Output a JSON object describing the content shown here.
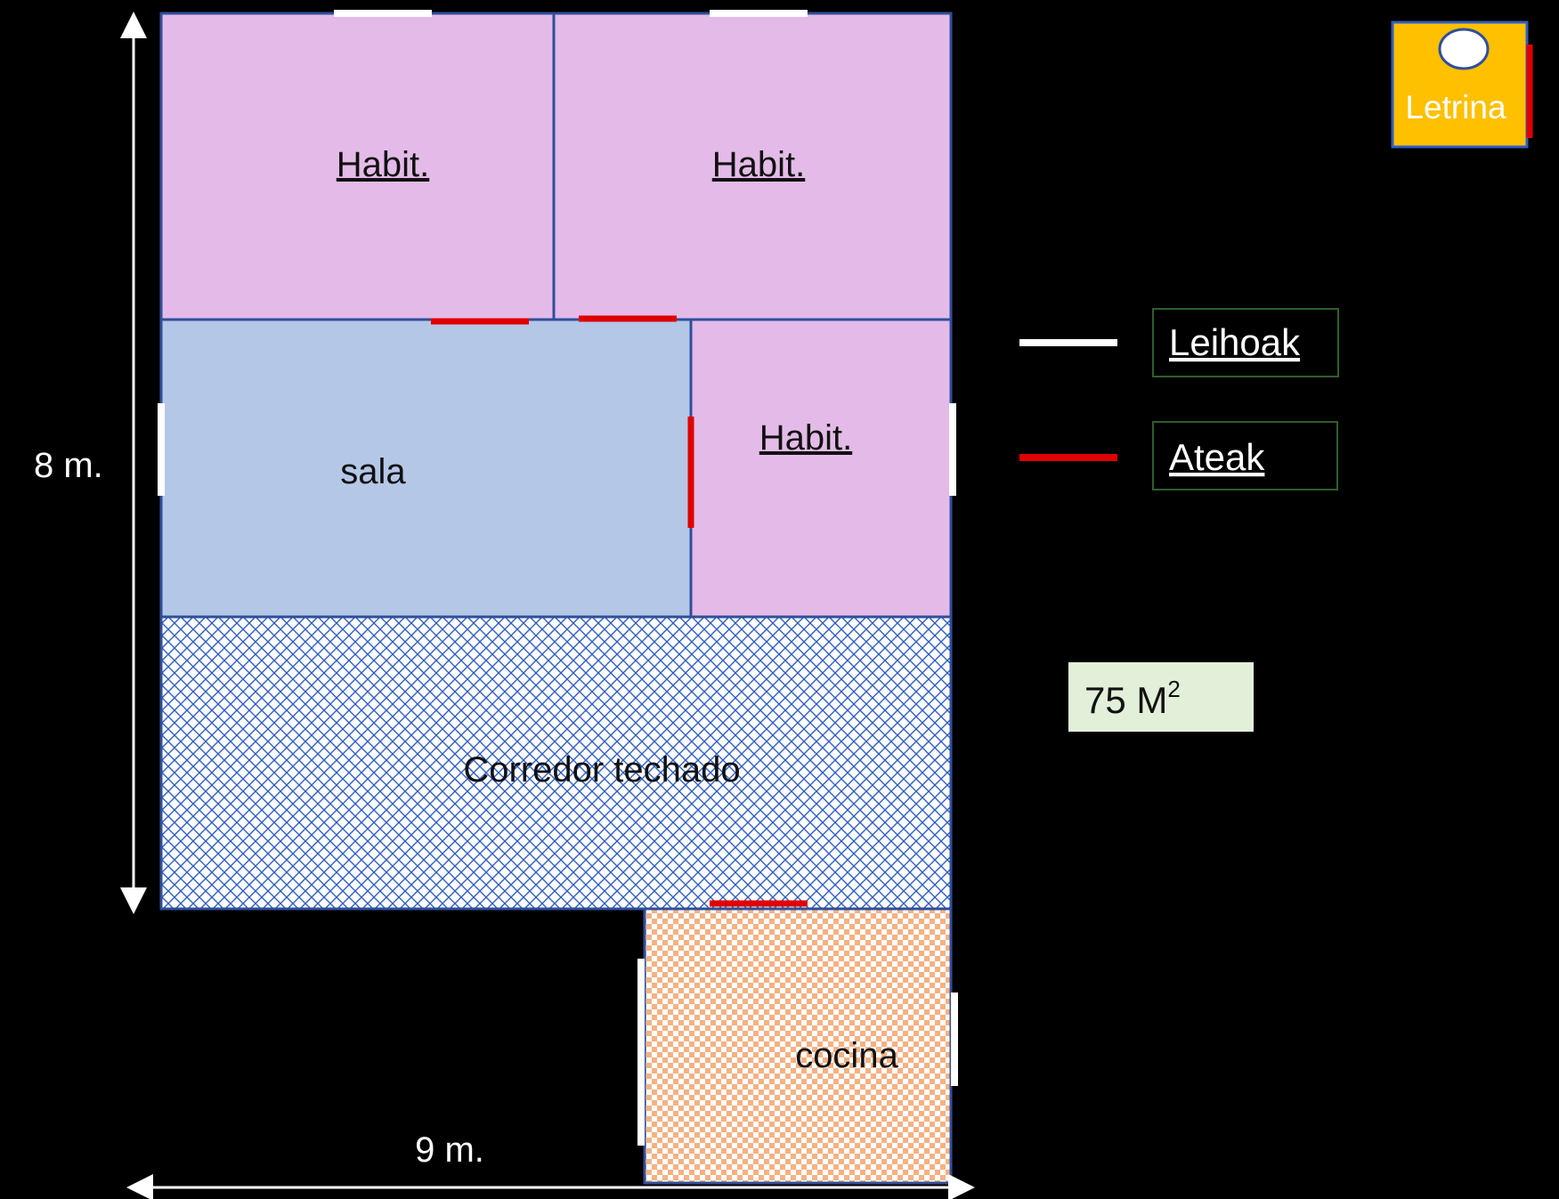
{
  "rooms": {
    "habit_top_left": "Habit.",
    "habit_top_right": "Habit.",
    "sala": "sala",
    "habit_middle_right": "Habit.",
    "corredor": "Corredor techado",
    "cocina": "cocina"
  },
  "dimensions": {
    "height_label": "8 m.",
    "width_label": "9 m."
  },
  "legend": {
    "windows_label": "Leihoak",
    "doors_label": "Ateak",
    "windows_color": "#ffffff",
    "doors_color": "#e00000"
  },
  "letrina": {
    "label": "Letrina"
  },
  "area": {
    "value": "75 M",
    "superscript": "2"
  },
  "colors": {
    "bedroom": "#e4bbe8",
    "sala": "#b4c7e7",
    "corridor_pattern": "#2f5dc4",
    "kitchen_pattern": "#f4b183",
    "wall": "#2f4f9a",
    "letrina": "#ffc000",
    "area_box": "#e2efd9"
  }
}
